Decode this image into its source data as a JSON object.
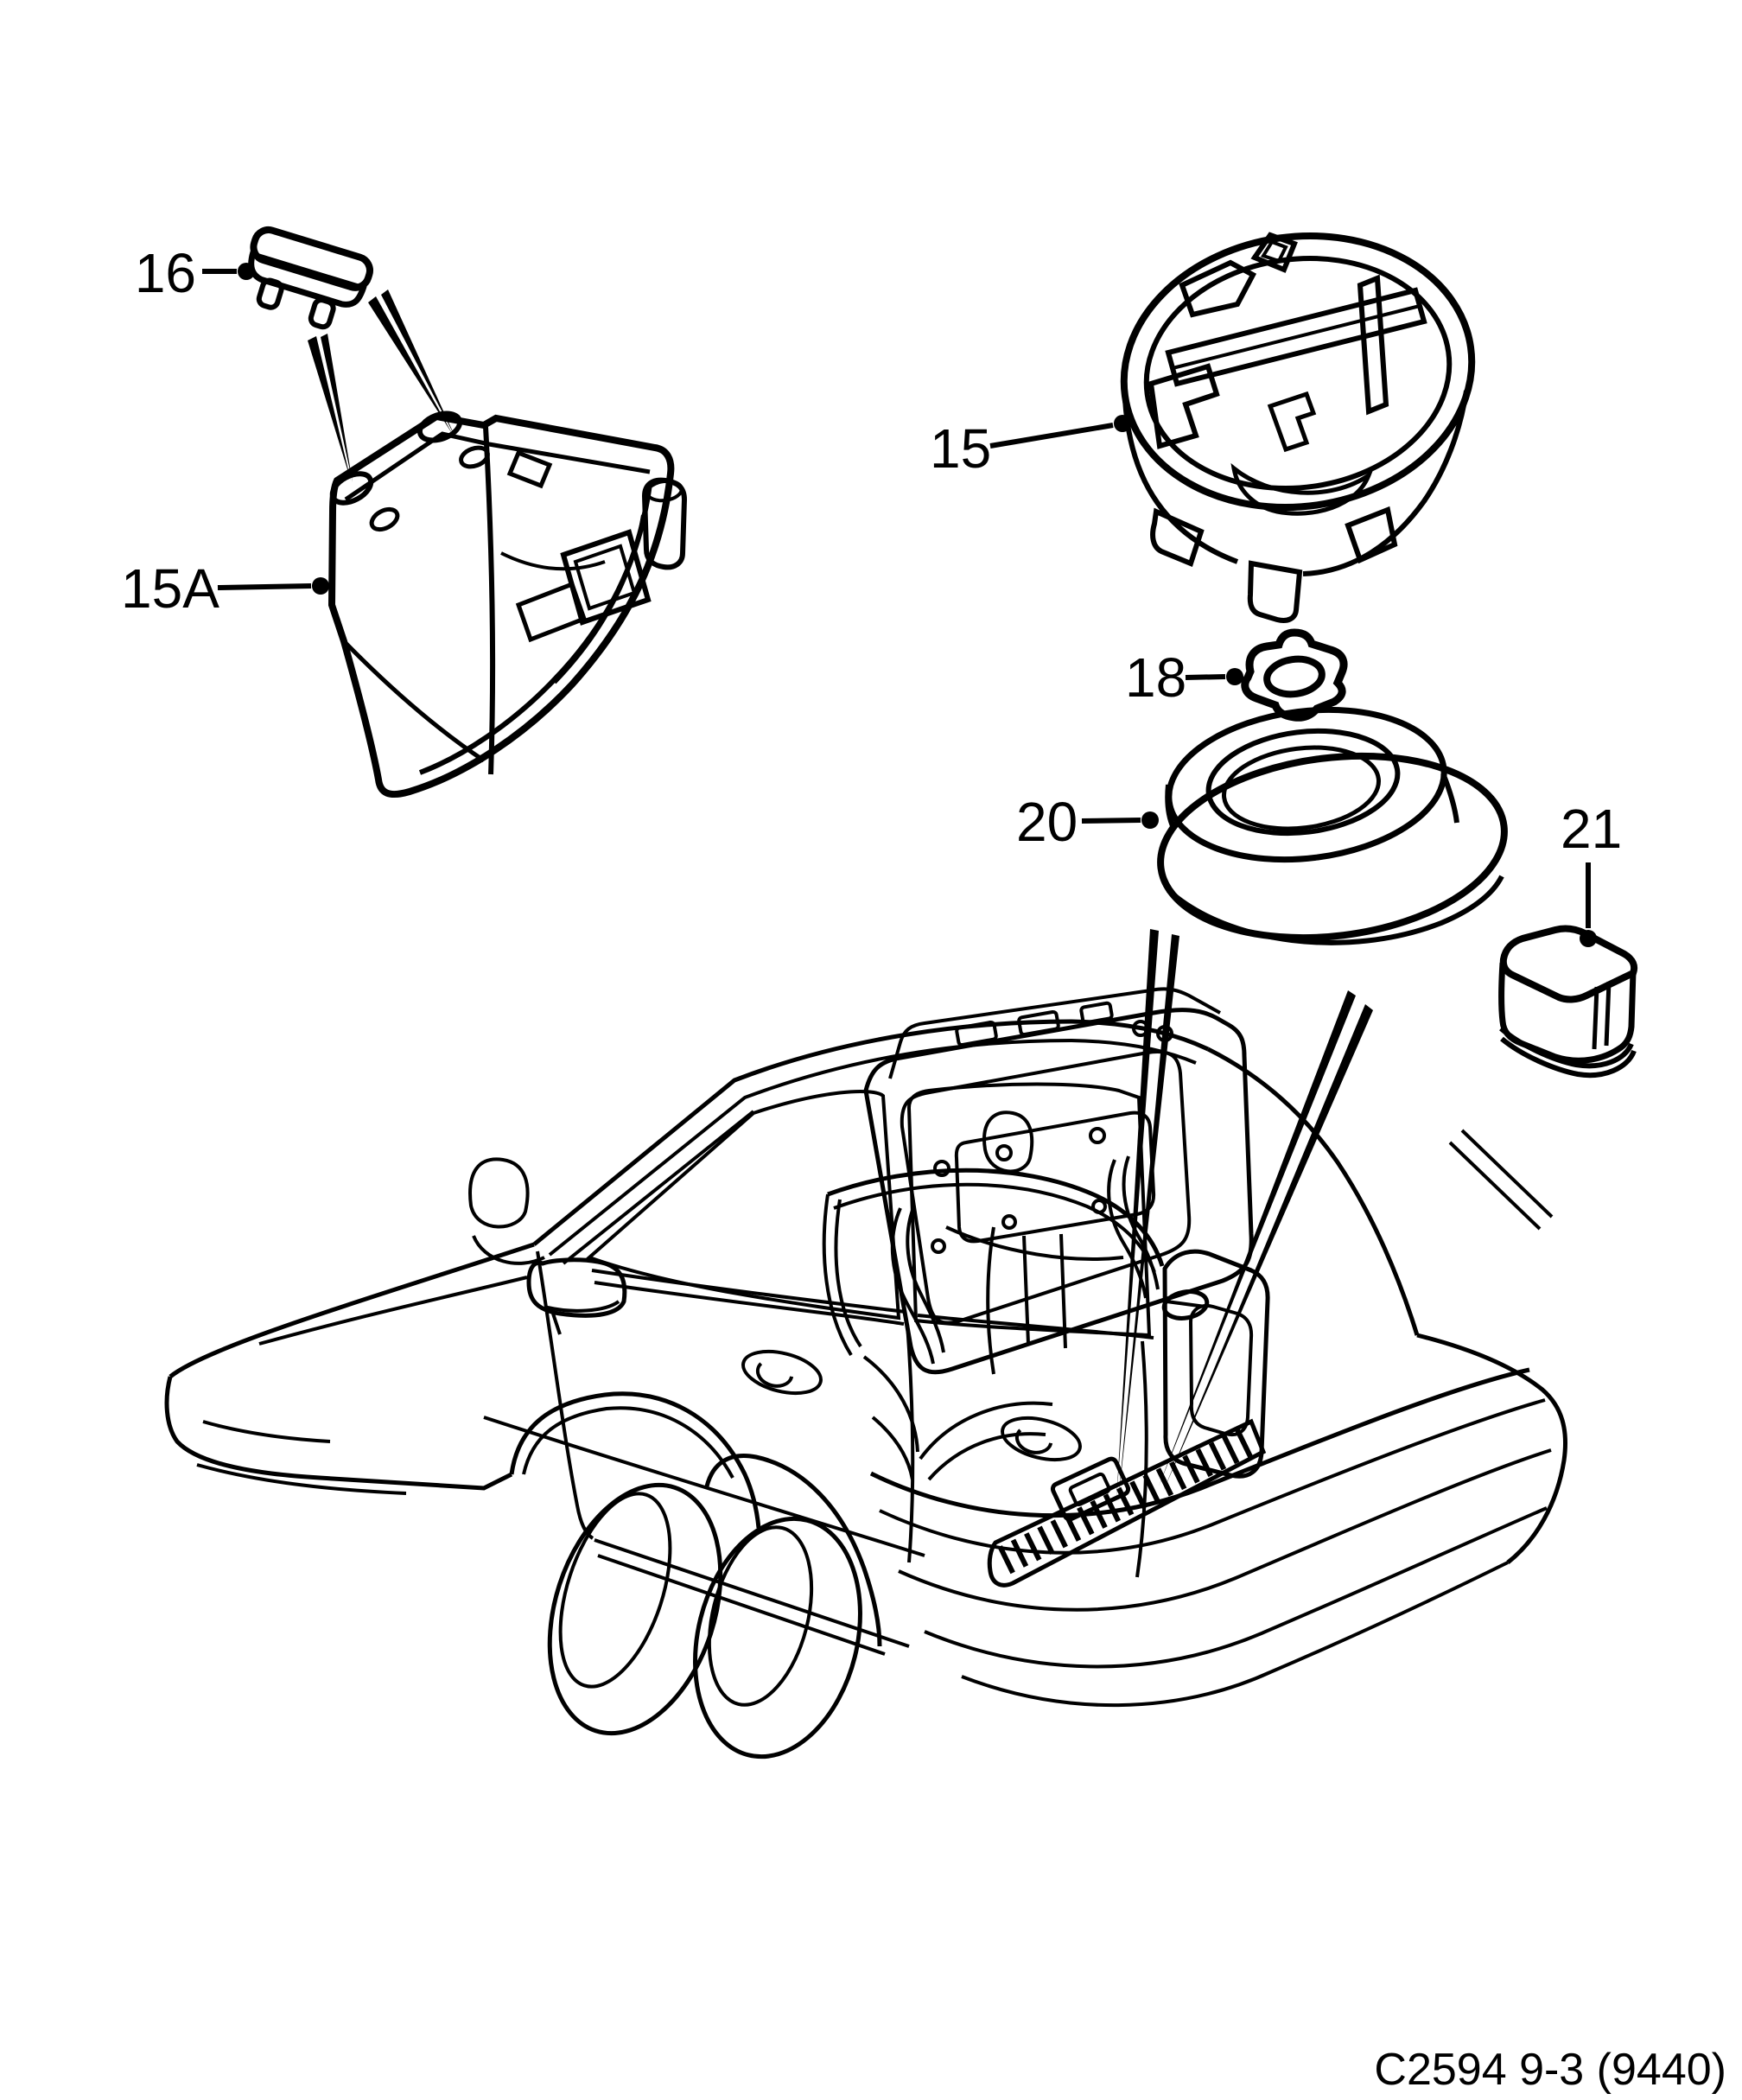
{
  "diagram": {
    "caption": "C2594 9-3 (9440)",
    "callouts": [
      {
        "label": "16"
      },
      {
        "label": "15A"
      },
      {
        "label": "15"
      },
      {
        "label": "18"
      },
      {
        "label": "20"
      },
      {
        "label": "21"
      }
    ]
  }
}
